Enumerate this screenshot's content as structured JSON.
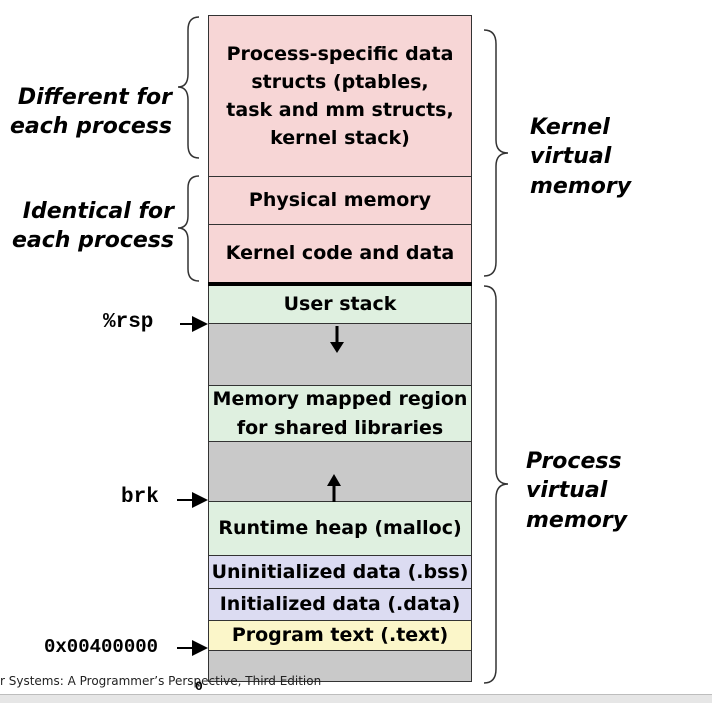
{
  "regions": {
    "process_specific": "Process-specific data\nstructs  (ptables,\ntask and mm structs,\nkernel stack)",
    "physical_memory": "Physical memory",
    "kernel_code": "Kernel code and data",
    "user_stack": "User stack",
    "shared_libs": "Memory mapped region\nfor shared libraries",
    "runtime_heap": "Runtime heap (malloc)",
    "bss": "Uninitialized data (.bss)",
    "data": "Initialized data (.data)",
    "text": "Program text (.text)"
  },
  "left_labels": {
    "different": "Different for\neach process",
    "identical": "Identical  for\neach process"
  },
  "right_labels": {
    "kernel": "Kernel\nvirtual\nmemory",
    "process": "Process\nvirtual\nmemory"
  },
  "pointers": {
    "rsp": "%rsp",
    "brk": "brk",
    "text_addr": "0x00400000",
    "zero": "0"
  },
  "footer": {
    "text": "r Systems: A Programmer’s Perspective, Third Edition"
  },
  "colors": {
    "kernel": "#f7d6d6",
    "code_regions": "#dff0e0",
    "unused": "#c9c9c9",
    "data_regions": "#dcdcf2",
    "text_region": "#fbf6c9"
  }
}
